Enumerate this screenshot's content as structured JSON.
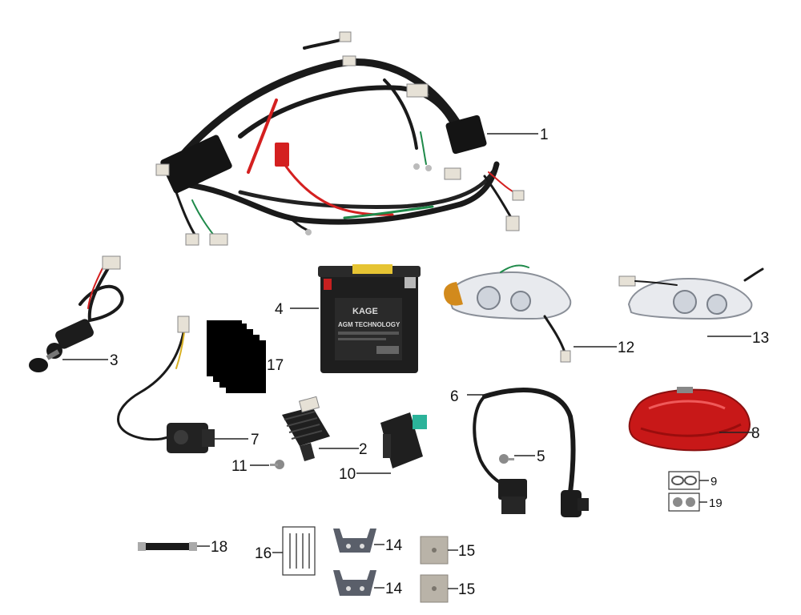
{
  "callouts": {
    "c1": "1",
    "c2": "2",
    "c3": "3",
    "c4": "4",
    "c5": "5",
    "c6": "6",
    "c7": "7",
    "c8": "8",
    "c9": "9",
    "c10": "10",
    "c11": "11",
    "c12": "12",
    "c13": "13",
    "c14a": "14",
    "c14b": "14",
    "c15a": "15",
    "c15b": "15",
    "c16": "16",
    "c17": "17",
    "c18": "18",
    "c19": "19"
  },
  "battery": {
    "brand": "KAGE",
    "tech": "AGM TECHNOLOGY"
  },
  "colors": {
    "wire_black": "#1a1a1a",
    "wire_red": "#d42020",
    "wire_green": "#1f8a4a",
    "taillight_red": "#c81818",
    "cdi_teal": "#2bb39a",
    "plate_gray": "#b9b3a8"
  }
}
